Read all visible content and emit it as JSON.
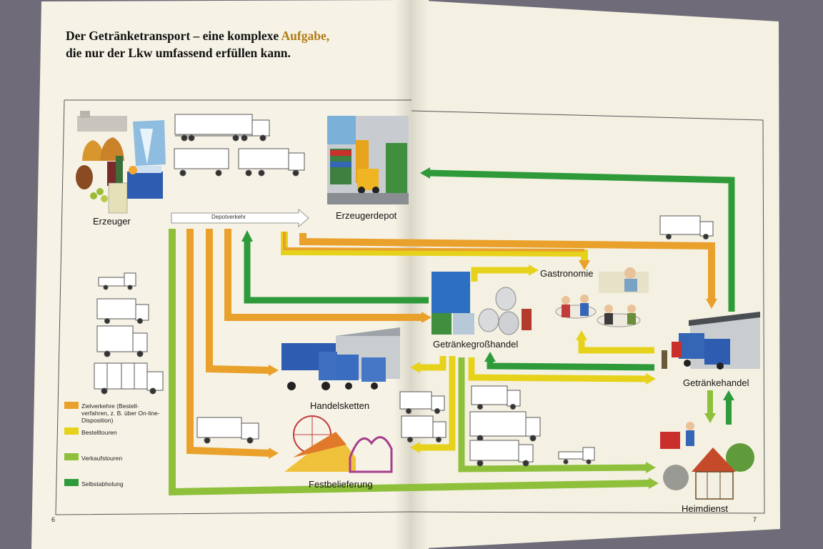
{
  "colors": {
    "orange": "#e9a12b",
    "yellow": "#e7d21b",
    "lightgreen": "#8fc03c",
    "darkgreen": "#2f9a3a",
    "page": "#f6f3e6"
  },
  "title": {
    "line1_a": "Der Getränketransport – eine komplexe ",
    "line1_accent": "Aufgabe,",
    "line2": "die nur der Lkw umfassend erfüllen kann."
  },
  "nodes": {
    "erzeuger": "Erzeuger",
    "erzeugerdepot": "Erzeugerdepot",
    "gastronomie": "Gastronomie",
    "getraenkegrosshandel": "Getränkegroßhandel",
    "getraenkehandel": "Getränkehandel",
    "handelsketten": "Handelsketten",
    "festbelieferung": "Festbelieferung",
    "heimdienst": "Heimdienst"
  },
  "depot_arrow_label": "Depotverkehr",
  "legend": [
    {
      "color": "orange",
      "lines": [
        "Zielverkehre (Bestell-",
        "verfahren, z. B. über On-line-",
        "Disposition)"
      ]
    },
    {
      "color": "yellow",
      "lines": [
        "Bestelltouren"
      ]
    },
    {
      "color": "lightgreen",
      "lines": [
        "Verkaufstouren"
      ]
    },
    {
      "color": "darkgreen",
      "lines": [
        "Selbstabholung"
      ]
    }
  ],
  "page_numbers": {
    "left": "6",
    "right": "7"
  },
  "icons": [
    "brewery-illustration",
    "truck-icon",
    "forklift-warehouse-illustration",
    "beverage-crates-illustration",
    "restaurant-illustration",
    "store-truck-illustration",
    "fairground-illustration",
    "house-illustration"
  ]
}
